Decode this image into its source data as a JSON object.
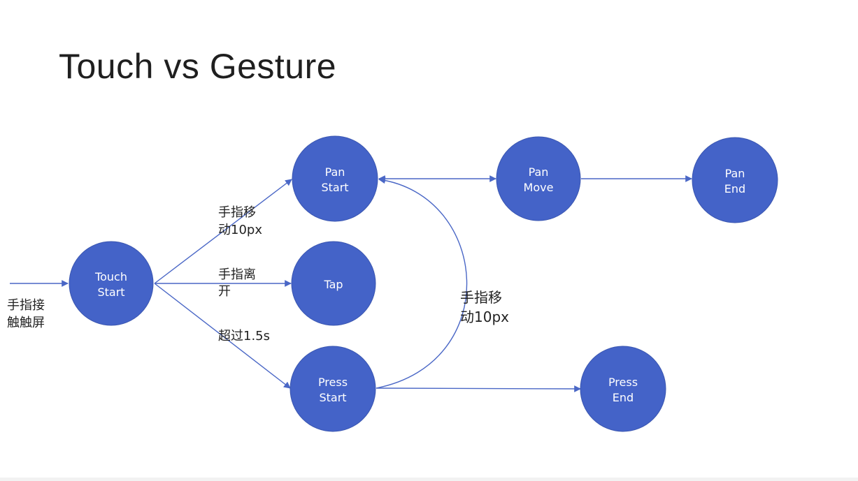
{
  "title": "Touch vs Gesture",
  "colors": {
    "node_fill": "#4463c8",
    "edge": "#4a67c6",
    "text": "#222222"
  },
  "nodes": {
    "touch_start": {
      "line1": "Touch",
      "line2": "Start"
    },
    "pan_start": {
      "line1": "Pan",
      "line2": "Start"
    },
    "tap": {
      "line1": "Tap",
      "line2": ""
    },
    "press_start": {
      "line1": "Press",
      "line2": "Start"
    },
    "pan_move": {
      "line1": "Pan",
      "line2": "Move"
    },
    "pan_end": {
      "line1": "Pan",
      "line2": "End"
    },
    "press_end": {
      "line1": "Press",
      "line2": "End"
    }
  },
  "edge_labels": {
    "entry": {
      "line1": "手指接",
      "line2": "触触屏"
    },
    "to_pan_start": {
      "line1": "手指移",
      "line2": "动10px"
    },
    "to_tap": {
      "line1": "手指离",
      "line2": "开"
    },
    "to_press": {
      "line1": "超过1.5s",
      "line2": ""
    },
    "press_to_pan": {
      "line1": "手指移",
      "line2": "动10px"
    }
  }
}
